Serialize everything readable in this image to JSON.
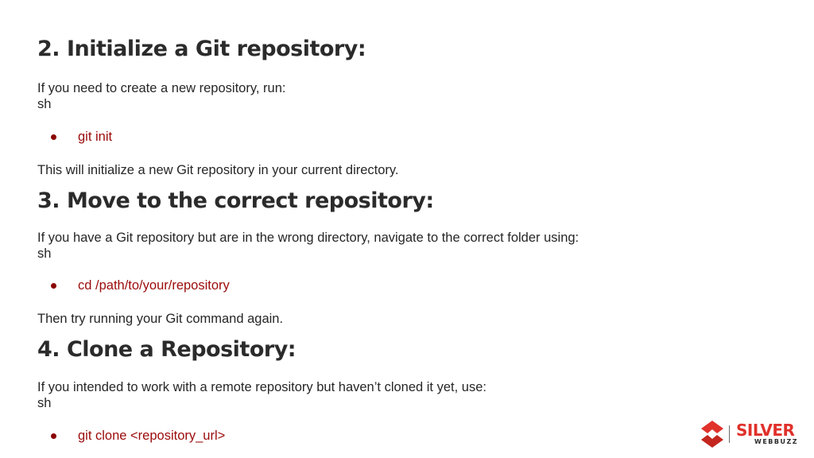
{
  "sections": [
    {
      "heading": "2. Initialize a Git repository:",
      "intro": "If you need to create a new repository, run:",
      "lang": "sh",
      "command": "git init",
      "after": "This will initialize a new Git repository in your current directory."
    },
    {
      "heading": "3. Move to the correct repository:",
      "intro": "If you have a Git repository but are in the wrong directory, navigate to the correct folder using:",
      "lang": "sh",
      "command": "cd /path/to/your/repository",
      "after": "Then try running your Git command again."
    },
    {
      "heading": "4. Clone a Repository:",
      "intro": "If you intended to work with a remote repository but haven’t cloned it yet, use:",
      "lang": "sh",
      "command": "git clone <repository_url>"
    }
  ],
  "logo": {
    "word": "SILVER",
    "sub": "WEBBUZZ",
    "colors": {
      "primary": "#e0312b",
      "secondary": "#2a2a2a"
    }
  },
  "colors": {
    "code": "#9b0a0a",
    "heading": "#2b2b2b",
    "text": "#262626"
  }
}
